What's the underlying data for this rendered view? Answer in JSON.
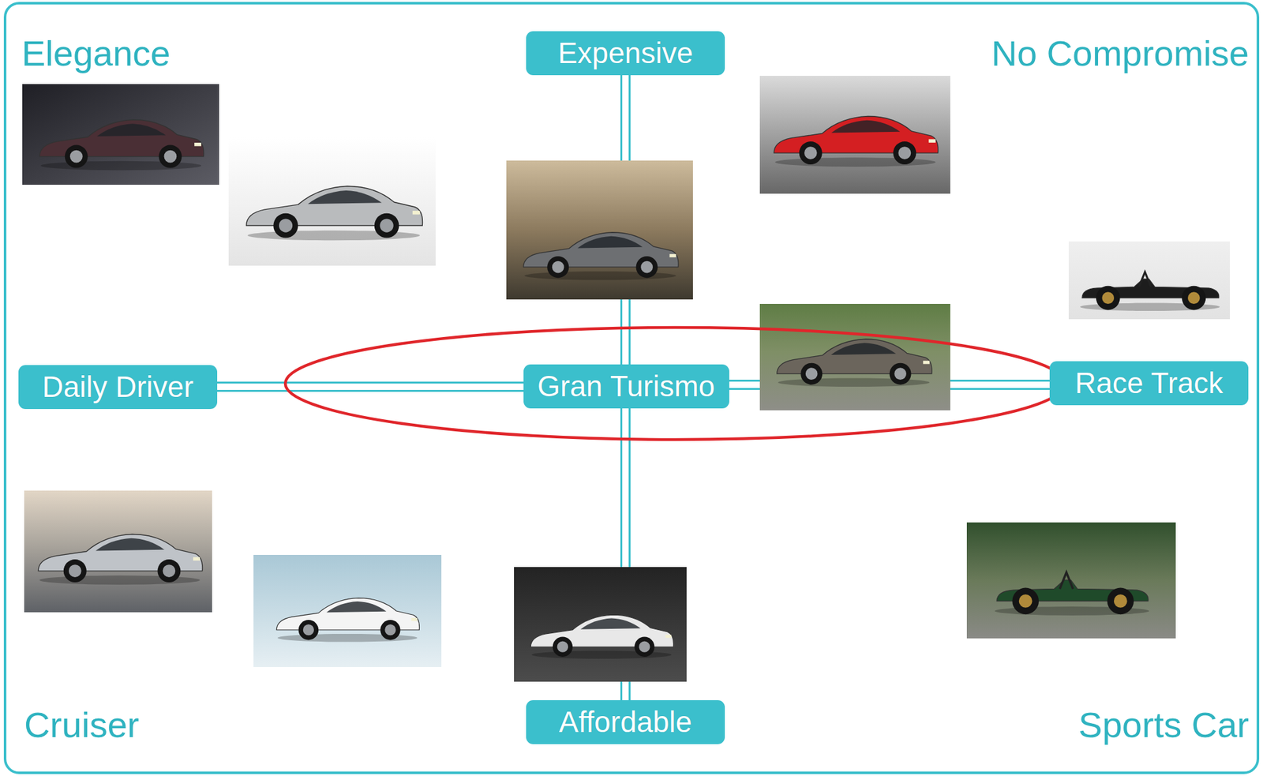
{
  "diagram": {
    "nodes": [
      {
        "text": [
          "Expensive"
        ]
      },
      {
        "text": [
          "Daily Driver"
        ]
      },
      {
        "text": [
          "Gran Turismo"
        ]
      },
      {
        "text": [
          "Race Track"
        ]
      },
      {
        "text": [
          "Affordable"
        ]
      }
    ],
    "edges": [
      {
        "from": 0,
        "to": 2,
        "arrow": "none"
      },
      {
        "from": 1,
        "to": 2,
        "arrow": "none"
      },
      {
        "from": 2,
        "to": 3,
        "arrow": "none"
      },
      {
        "from": 2,
        "to": 4,
        "arrow": "none"
      }
    ],
    "labels": [
      "Elegance",
      "No Compromise",
      "Cruiser",
      "Sports Car"
    ]
  }
}
